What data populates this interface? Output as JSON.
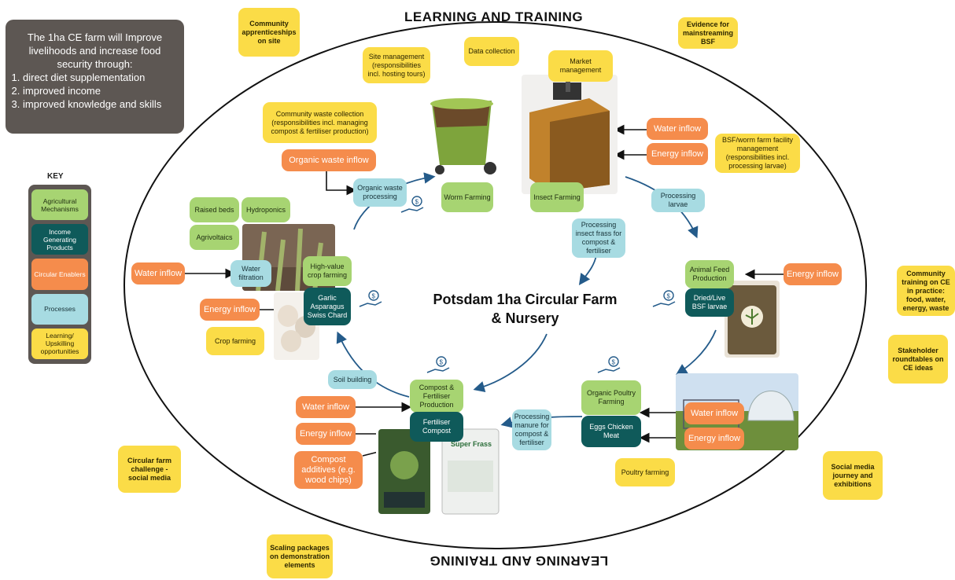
{
  "heading_top": "LEARNING AND TRAINING",
  "heading_bottom": "LEARNING AND TRAINING",
  "center_title_line1": "Potsdam 1ha Circular Farm",
  "center_title_line2": "& Nursery",
  "intro": {
    "text": "The 1ha CE farm will Improve livelihoods and increase food security through:",
    "items": [
      "direct diet supplementation",
      "improved income",
      "improved knowledge and skills"
    ]
  },
  "key": {
    "title": "KEY",
    "items": [
      "Agricultural Mechanisms",
      "Income Generating Products",
      "Circular Enablers",
      "Processes",
      "Learning/ Upskilling opportunities"
    ]
  },
  "learning": {
    "apprenticeships": "Community apprenticeships on site",
    "evidence": "Evidence for mainstreaming BSF",
    "site_management": "Site management (responsibilities incl. hosting tours)",
    "data_collection": "Data collection",
    "market_management": "Market management",
    "waste_collection": "Community waste collection (responsibilities incl. managing compost & fertiliser production)",
    "bsf_management": "BSF/worm farm facility management (responsibilities incl. processing larvae)",
    "community_training": "Community training on CE in practice: food, water, energy, waste",
    "stakeholder": "Stakeholder roundtables on CE ideas",
    "social_media": "Social media journey and exhibitions",
    "circular_challenge": "Circular farm challenge - social media",
    "scaling": "Scaling packages on demonstration elements",
    "crop_farming": "Crop farming",
    "poultry_farming": "Poultry farming"
  },
  "agri": {
    "worm": "Worm Farming",
    "insect": "Insect Farming",
    "raised_beds": "Raised beds",
    "hydroponics": "Hydroponics",
    "agrivoltaics": "Agrivoltaics",
    "high_value": "High-value crop farming",
    "animal_feed": "Animal Feed Production",
    "poultry": "Organic Poultry Farming",
    "compost_prod": "Compost & Fertiliser Production"
  },
  "products": {
    "garlic": "Garlic Asparagus Swiss Chard",
    "larvae": "Dried/Live BSF larvae",
    "eggs": "Eggs Chicken Meat",
    "fertiliser": "Fertiliser Compost"
  },
  "enablers": {
    "organic_waste": "Organic waste inflow",
    "water_bsf": "Water inflow",
    "energy_bsf": "Energy inflow",
    "energy_feed": "Energy inflow",
    "water_crop": "Water inflow",
    "energy_crop": "Energy inflow",
    "water_compost": "Water inflow",
    "energy_compost": "Energy inflow",
    "compost_additives": "Compost additives (e.g. wood chips)",
    "water_poultry": "Water inflow",
    "energy_poultry": "Energy inflow"
  },
  "processes": {
    "organic_processing": "Organic waste processing",
    "processing_larvae": "Processing larvae",
    "processing_frass": "Processing insect frass for compost & fertiliser",
    "water_filtration": "Water filtration",
    "soil_building": "Soil building",
    "processing_manure": "Processing manure for compost & fertiliser"
  },
  "product_labels": {
    "bag_brand": "Super Frass"
  },
  "colors": {
    "agricultural": "#a7d472",
    "income": "#0f5a5a",
    "enabler": "#f58c4c",
    "process": "#a7dbe2",
    "learning": "#fbdc47",
    "intro_bg": "#5d5753"
  }
}
